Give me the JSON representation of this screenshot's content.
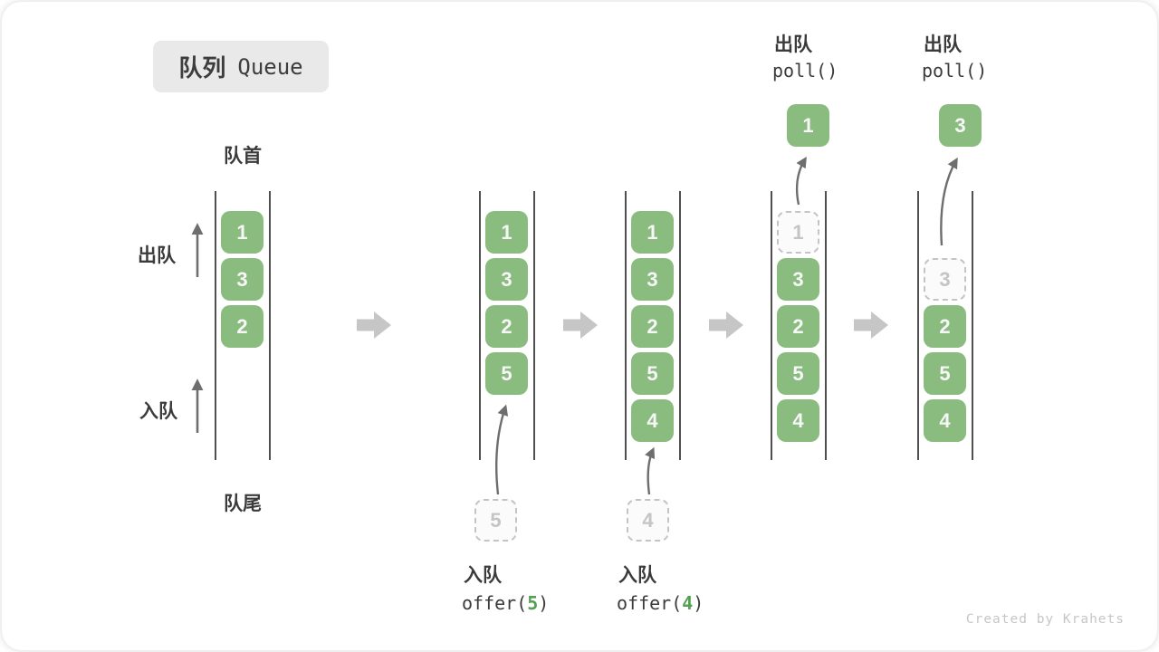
{
  "title": {
    "zh": "队列",
    "en": "Queue"
  },
  "labels": {
    "front": "队首",
    "rear": "队尾",
    "dequeue": "出队",
    "enqueue": "入队"
  },
  "watermark": "Created by Krahets",
  "colors": {
    "box_green": "#8abc80",
    "box_text": "#f7f7f7",
    "code_arg_green": "#54a052",
    "text_dark": "#3b3b3b",
    "ghost_gray": "#c4c4c4",
    "wall_gray": "#4f4f4f",
    "thin_arrow_gray": "#6e6e6e",
    "block_arrow_gray": "#c6c6c6",
    "title_bg": "#e9e9e9"
  },
  "queues": [
    {
      "slots": [
        {
          "v": "1"
        },
        {
          "v": "3"
        },
        {
          "v": "2"
        }
      ]
    },
    {
      "slots": [
        {
          "v": "1"
        },
        {
          "v": "3"
        },
        {
          "v": "2"
        },
        {
          "v": "5"
        }
      ],
      "pending": {
        "v": "5"
      },
      "op": {
        "zh": "入队",
        "fn": "offer(",
        "arg": "5",
        "close": ")"
      }
    },
    {
      "slots": [
        {
          "v": "1"
        },
        {
          "v": "3"
        },
        {
          "v": "2"
        },
        {
          "v": "5"
        },
        {
          "v": "4"
        }
      ],
      "pending": {
        "v": "4"
      },
      "op": {
        "zh": "入队",
        "fn": "offer(",
        "arg": "4",
        "close": ")"
      }
    },
    {
      "ghost": {
        "v": "1"
      },
      "slots": [
        {
          "v": "3"
        },
        {
          "v": "2"
        },
        {
          "v": "5"
        },
        {
          "v": "4"
        }
      ],
      "popped": {
        "v": "1"
      },
      "op": {
        "zh": "出队",
        "fn": "poll()"
      }
    },
    {
      "ghost": {
        "v": "3"
      },
      "slots": [
        {
          "v": "2"
        },
        {
          "v": "5"
        },
        {
          "v": "4"
        }
      ],
      "popped": {
        "v": "3"
      },
      "op": {
        "zh": "出队",
        "fn": "poll()"
      }
    }
  ]
}
